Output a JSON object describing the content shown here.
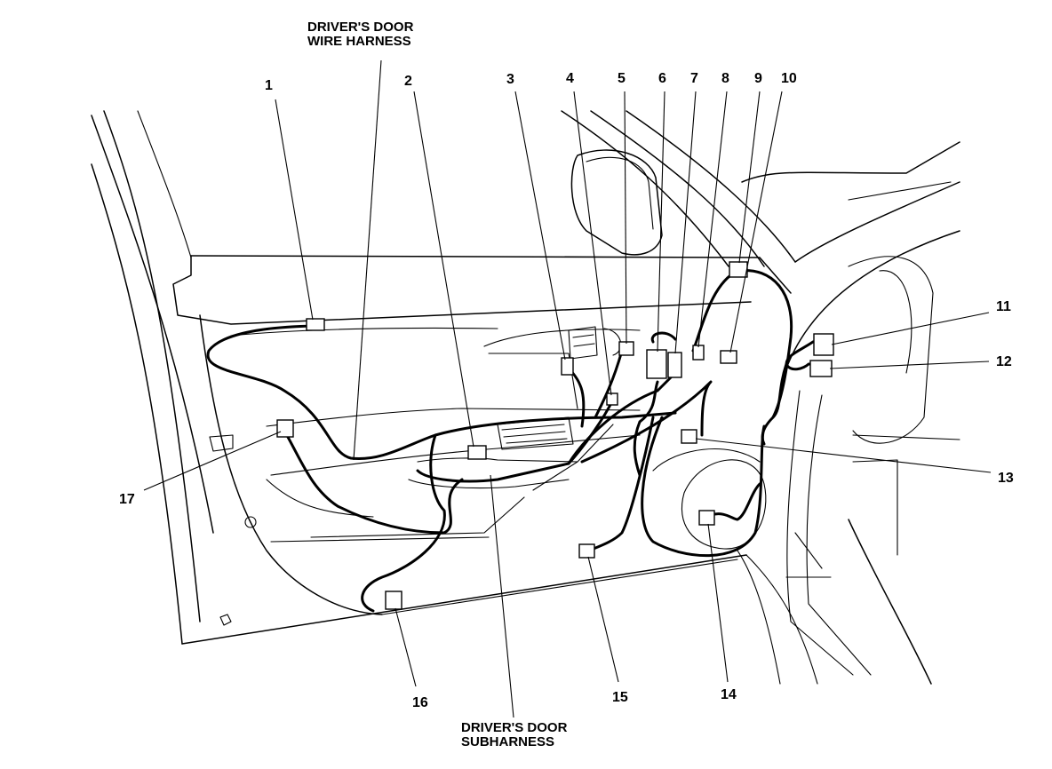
{
  "titles": {
    "wire_harness": [
      "DRIVER'S DOOR",
      "WIRE HARNESS"
    ],
    "subharness": [
      "DRIVER'S DOOR",
      "SUBHARNESS"
    ]
  },
  "callouts": [
    "1",
    "2",
    "3",
    "4",
    "5",
    "6",
    "7",
    "8",
    "9",
    "10",
    "11",
    "12",
    "13",
    "14",
    "15",
    "16",
    "17"
  ]
}
